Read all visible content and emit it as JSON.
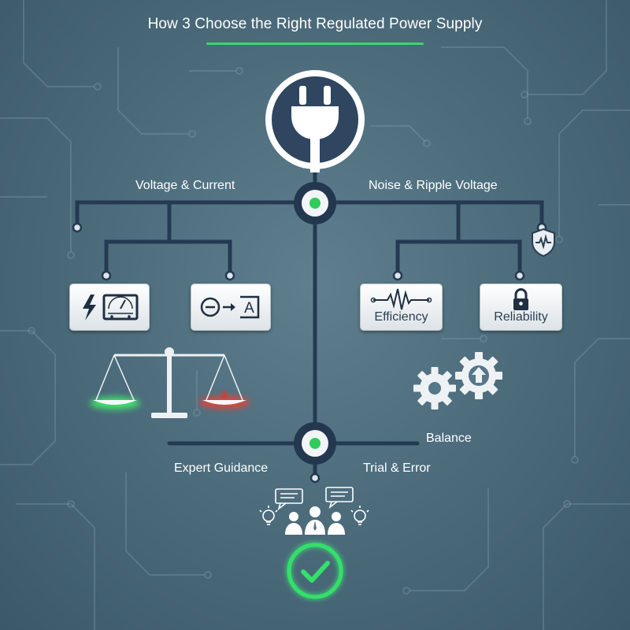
{
  "title": "How 3 Choose the Right Regulated Power Supply",
  "labels": {
    "voltage_current": "Voltage & Current",
    "noise_ripple": "Noise & Ripple Voltage",
    "balance": "Balance",
    "expert_guidance": "Expert Guidance",
    "trial_error": "Trial & Error"
  },
  "cards": {
    "efficiency": "Efficiency",
    "reliability": "Reliability"
  },
  "icons": {
    "top_hub": "power-plug-icon",
    "volt_meter": "lightning-meter-icon",
    "ampere": "ammeter-conversion-icon",
    "efficiency": "waveform-icon",
    "reliability": "padlock-icon",
    "shield": "shield-pulse-icon",
    "scale": "balance-scale-icon",
    "gears": "gears-icon",
    "team": "team-discussion-icon",
    "check": "checkmark-circle-icon"
  },
  "colors": {
    "background": "#4d6d7d",
    "line": "#243a52",
    "accent_green": "#3fd66a",
    "accent_red": "#e84a3a"
  }
}
